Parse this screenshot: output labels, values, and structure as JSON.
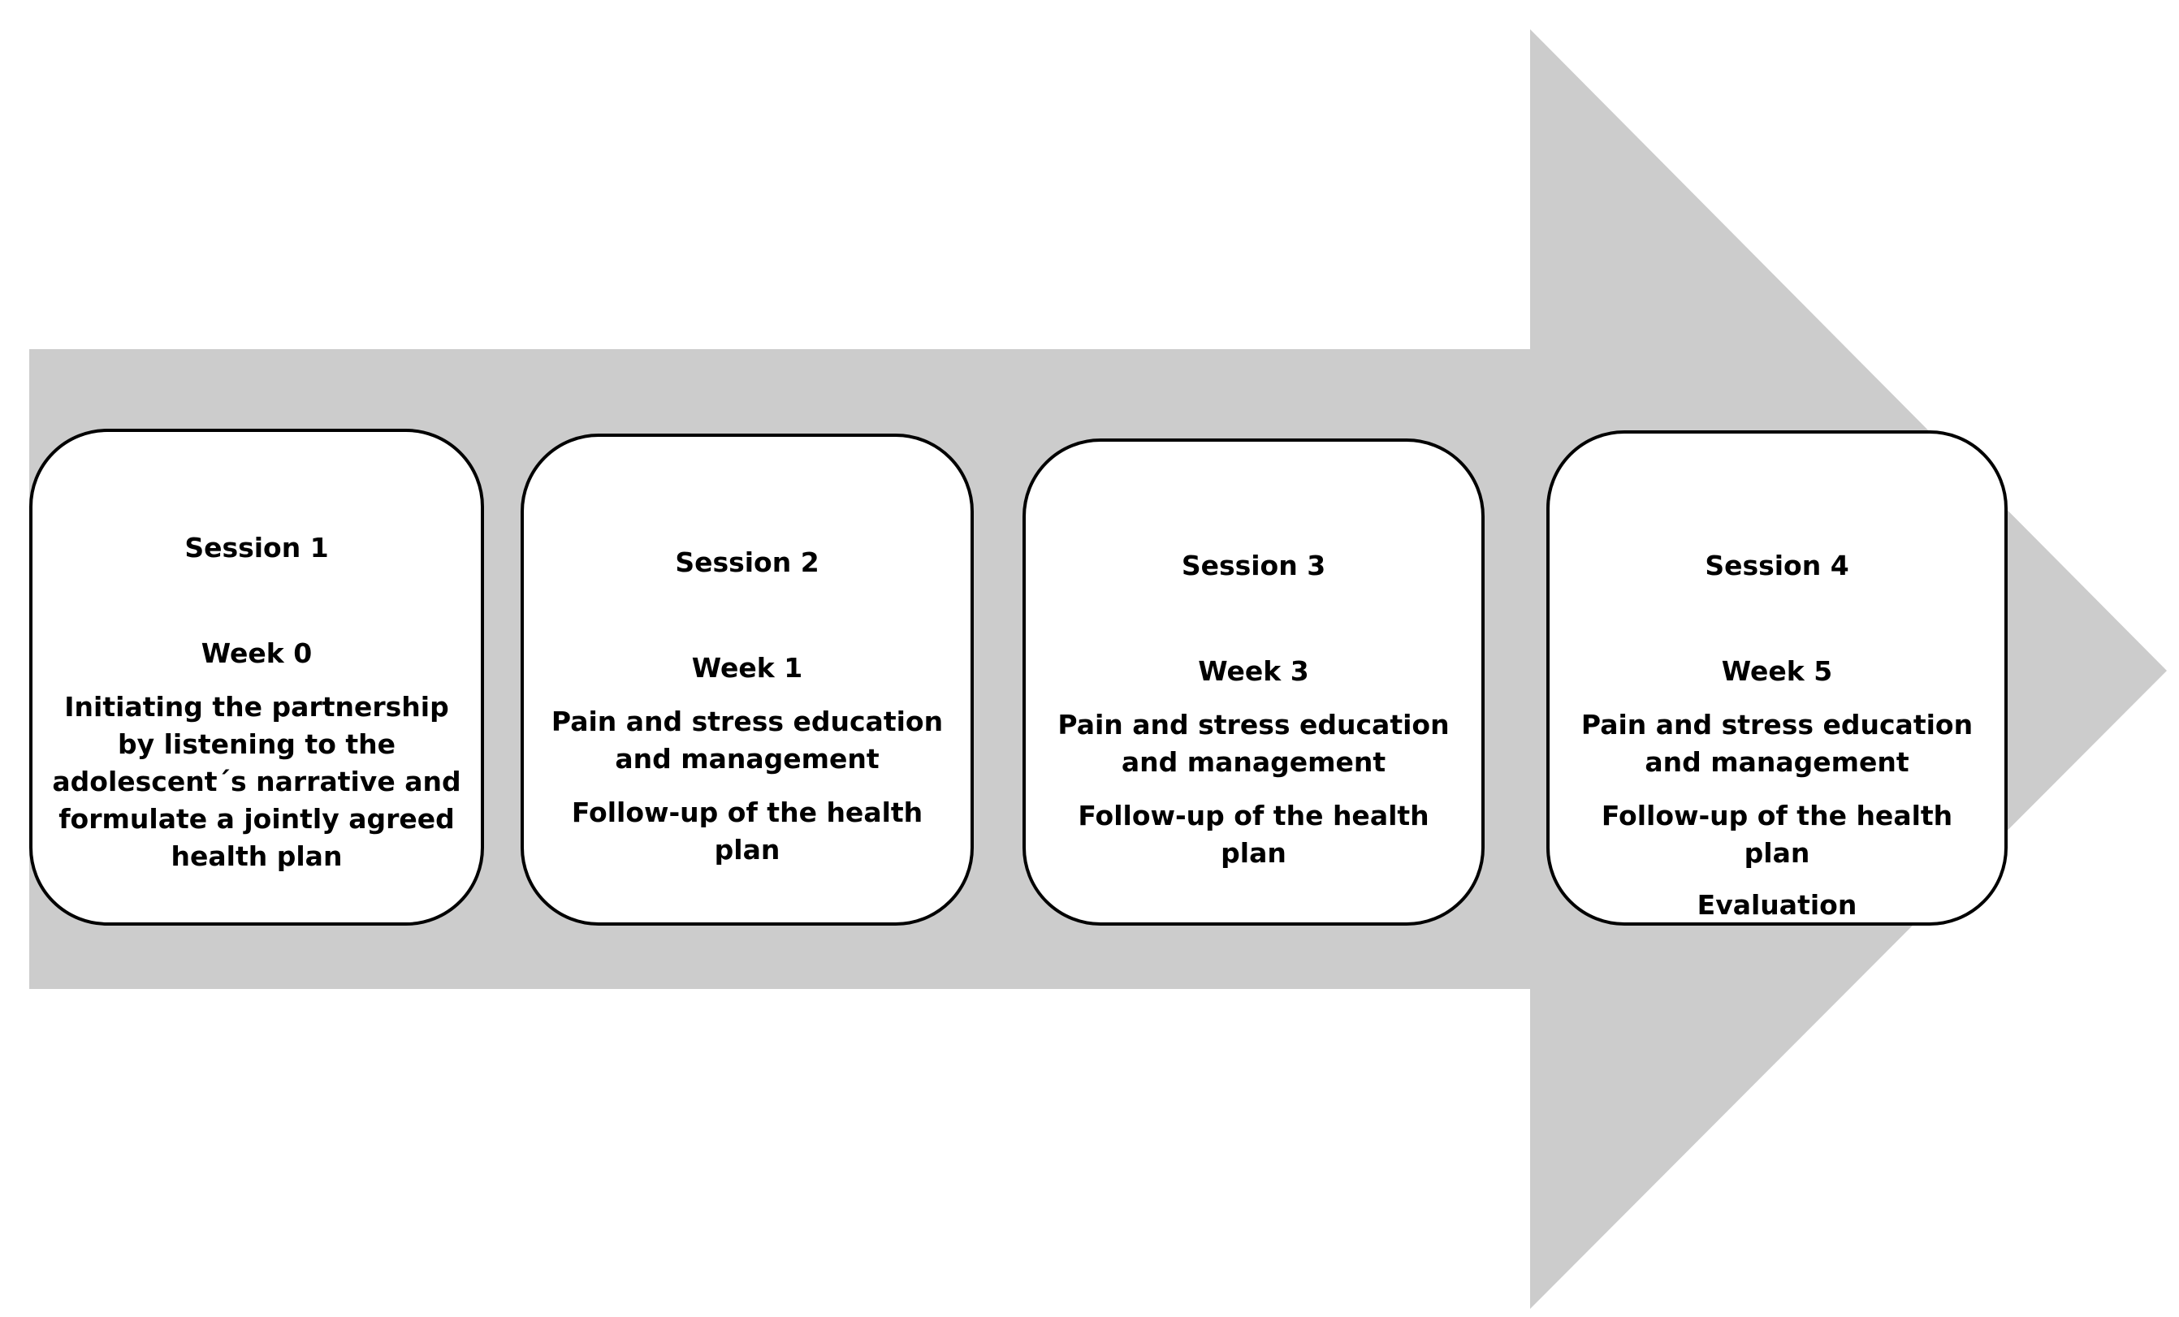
{
  "diagram": {
    "colors": {
      "arrow_fill": "#cccccc",
      "box_fill": "#ffffff",
      "box_border": "#000000",
      "text": "#000000"
    },
    "sessions": [
      {
        "session": "Session 1",
        "week": "Week 0",
        "lines": [
          "Initiating the partnership",
          "by  listening to the",
          "adolescent´s narrative and",
          "formulate a jointly agreed",
          "health plan"
        ]
      },
      {
        "session": "Session 2",
        "week": "Week 1",
        "lines": [
          "Pain and stress education",
          "and management",
          "Follow-up of the health",
          "plan"
        ]
      },
      {
        "session": "Session 3",
        "week": "Week 3",
        "lines": [
          "Pain and stress education",
          "and management",
          "Follow-up of the health",
          "plan"
        ]
      },
      {
        "session": "Session 4",
        "week": "Week 5",
        "lines": [
          "Pain and stress education",
          "and management",
          "Follow-up of the health",
          "plan",
          "Evaluation"
        ]
      }
    ]
  }
}
